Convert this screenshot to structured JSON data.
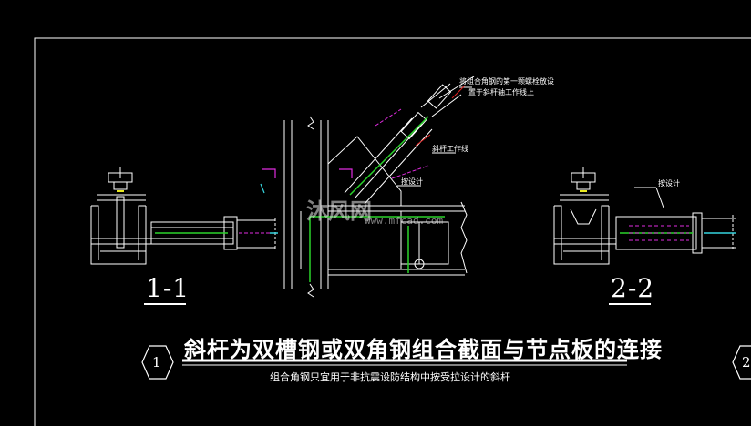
{
  "section_1": "1-1",
  "section_2": "2-2",
  "title": "斜杆为双槽钢或双角钢组合截面与节点板的连接",
  "subtitle": "组合角钢只宜用于非抗震设防结构中按受拉设计的斜杆",
  "detail_no": "1",
  "detail_no_right": "2",
  "notes": {
    "note_top": "将组合角钢的第一颗螺栓放设",
    "note_top2": "置于斜杆轴工作线上",
    "note_workline": "斜杆工作线",
    "note_design_center": "按设计",
    "note_design_right": "按设计"
  },
  "watermark": {
    "brand": "沐风网",
    "url": "www.mfcad.com"
  },
  "colors": {
    "line": "#ffffff",
    "green": "#2bd42b",
    "magenta": "#e02ce0",
    "cyan": "#36d6e0",
    "yellow": "#e8e820",
    "red": "#e02020"
  }
}
